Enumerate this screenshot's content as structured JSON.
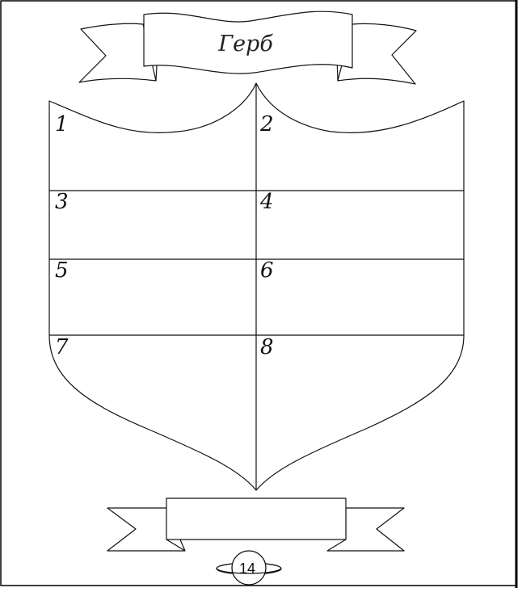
{
  "banner_top": {
    "title": "Герб"
  },
  "shield": {
    "fields": [
      {
        "label": "1"
      },
      {
        "label": "2"
      },
      {
        "label": "3"
      },
      {
        "label": "4"
      },
      {
        "label": "5"
      },
      {
        "label": "6"
      },
      {
        "label": "7"
      },
      {
        "label": "8"
      }
    ]
  },
  "banner_bottom": {
    "text": ""
  },
  "footer": {
    "page_number": "14"
  }
}
